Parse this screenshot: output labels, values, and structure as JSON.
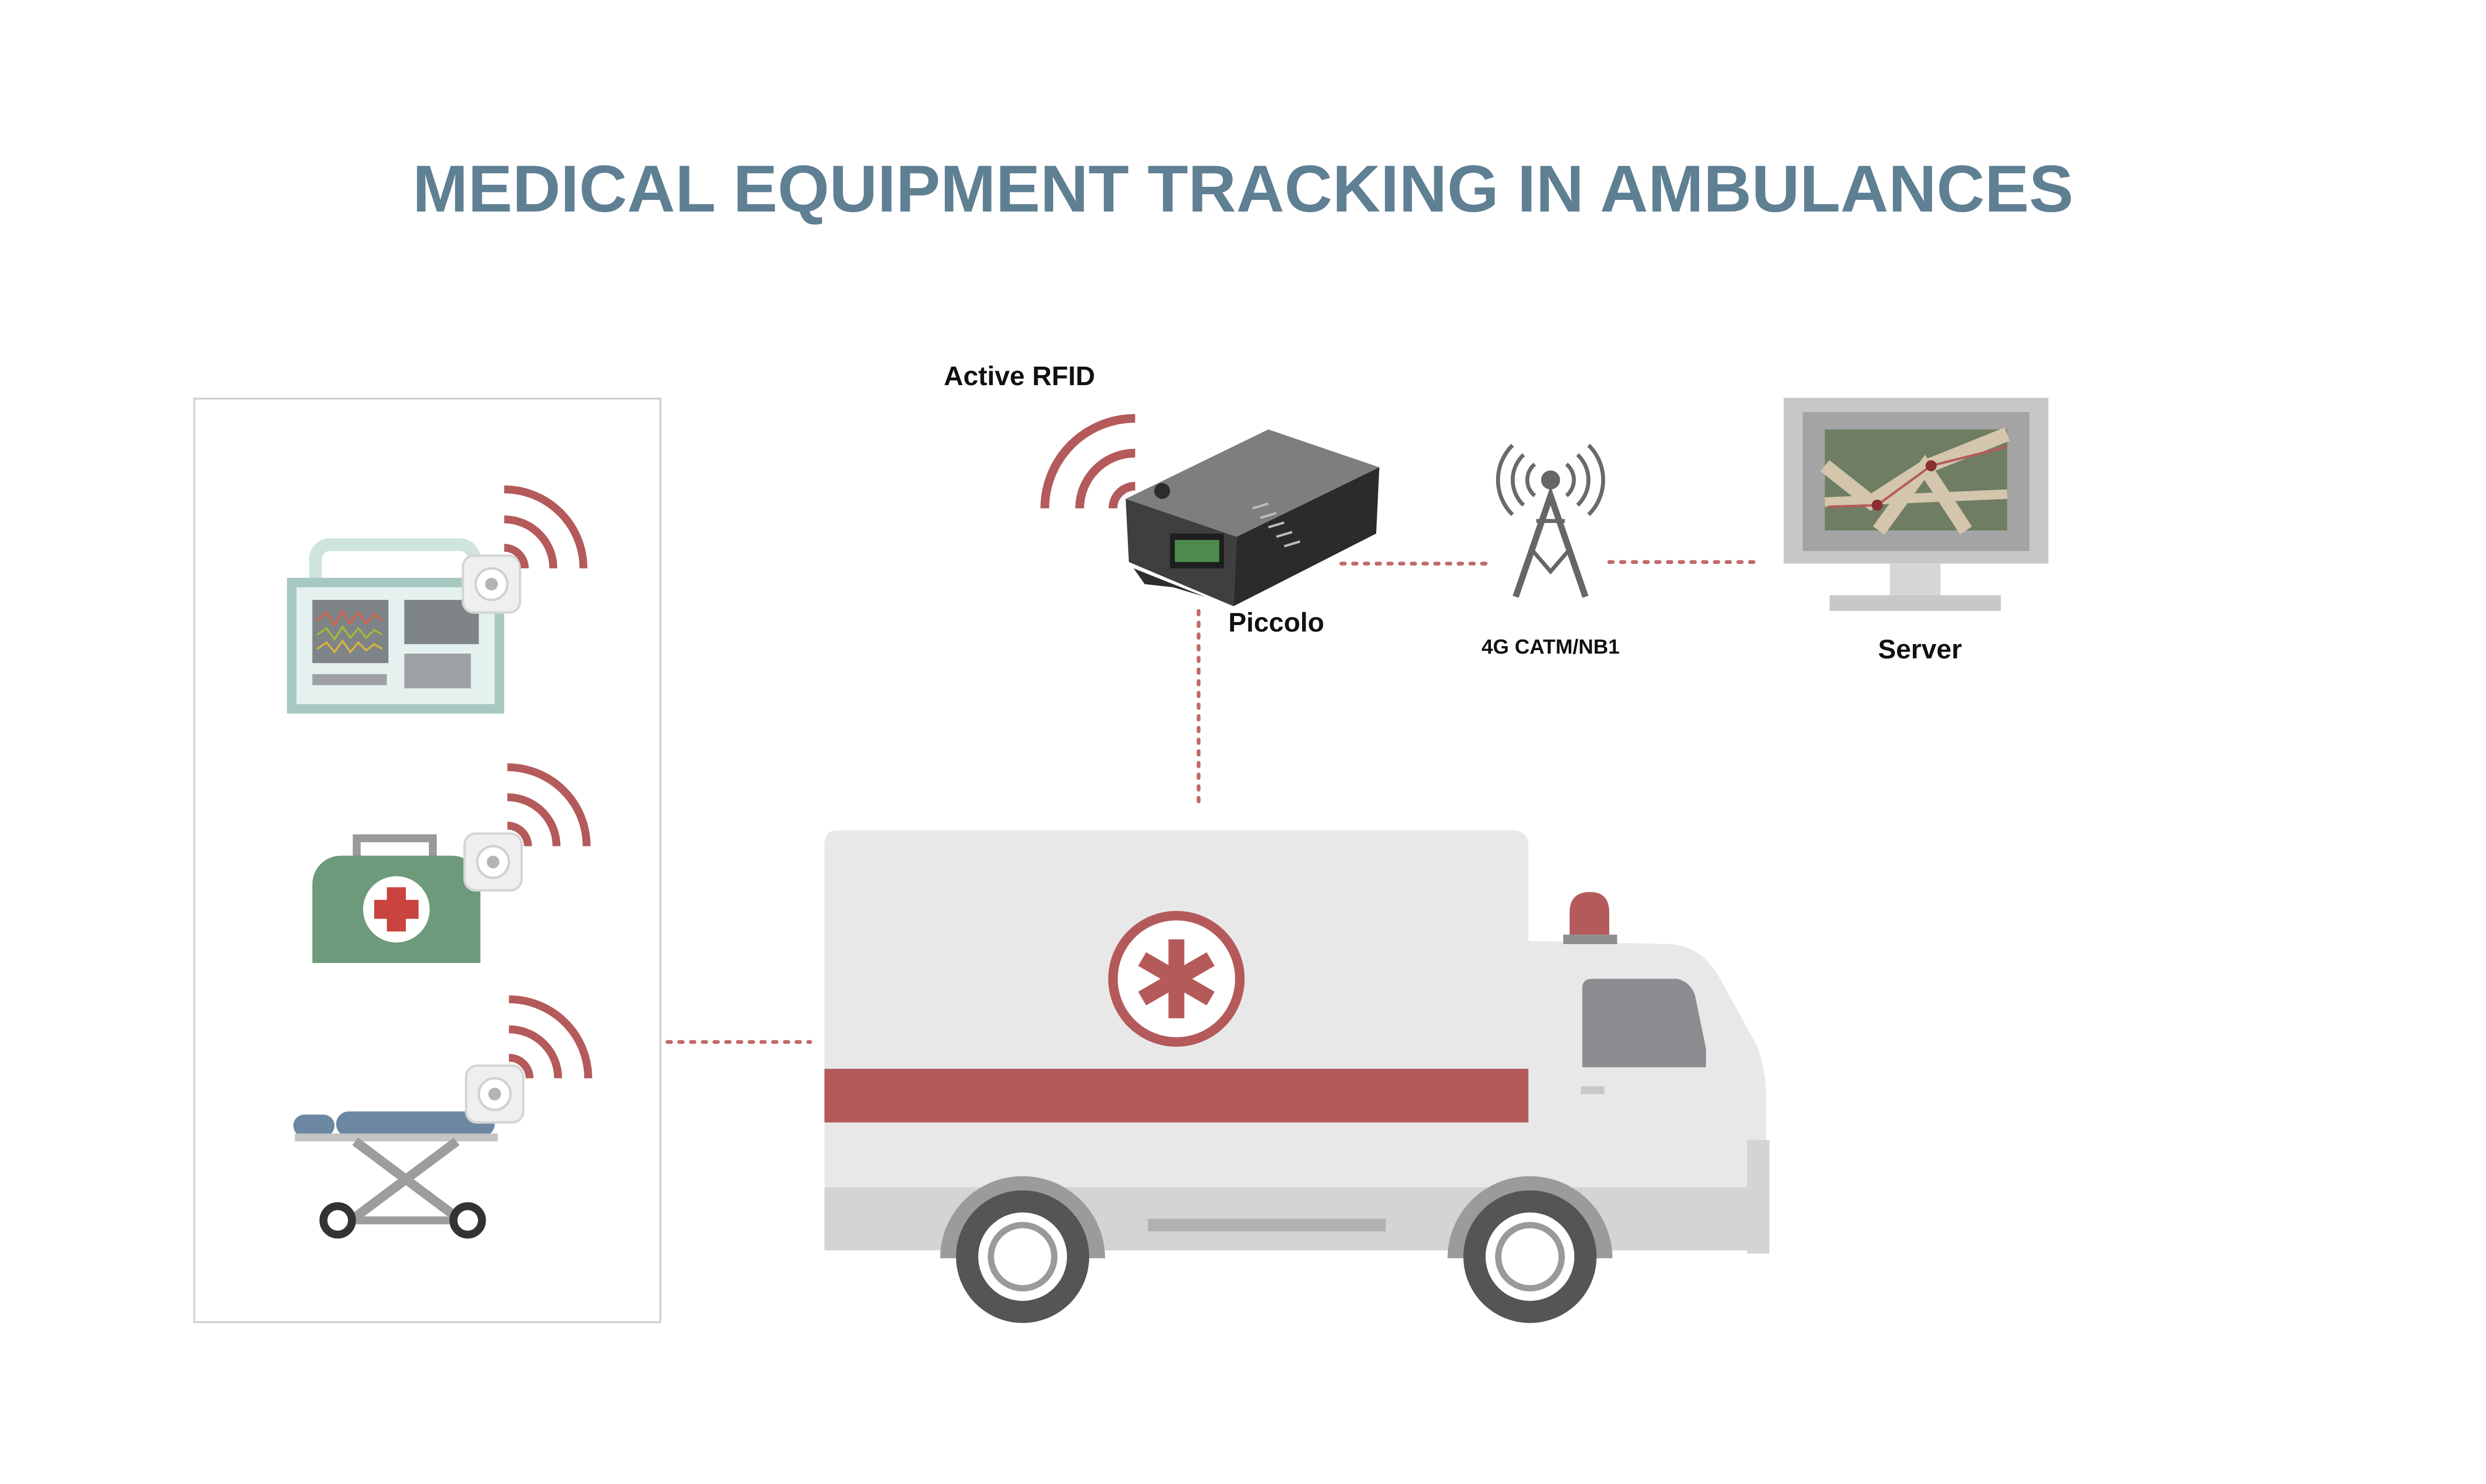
{
  "title": "MEDICAL EQUIPMENT TRACKING IN AMBULANCES",
  "labels": {
    "rfid": "Active RFID",
    "gateway": "Piccolo",
    "network": "4G CATM/NB1",
    "server": "Server"
  },
  "equipment": [
    {
      "name": "patient-monitor",
      "icon": "patient-monitor-icon"
    },
    {
      "name": "first-aid-kit",
      "icon": "first-aid-kit-icon"
    },
    {
      "name": "stretcher",
      "icon": "stretcher-icon"
    }
  ],
  "colors": {
    "title": "#5f7f93",
    "accent_red": "#b55a5a",
    "kit_green": "#6c9a7a",
    "monitor_teal": "#a6c8c0",
    "gray": "#c8c8c8"
  }
}
